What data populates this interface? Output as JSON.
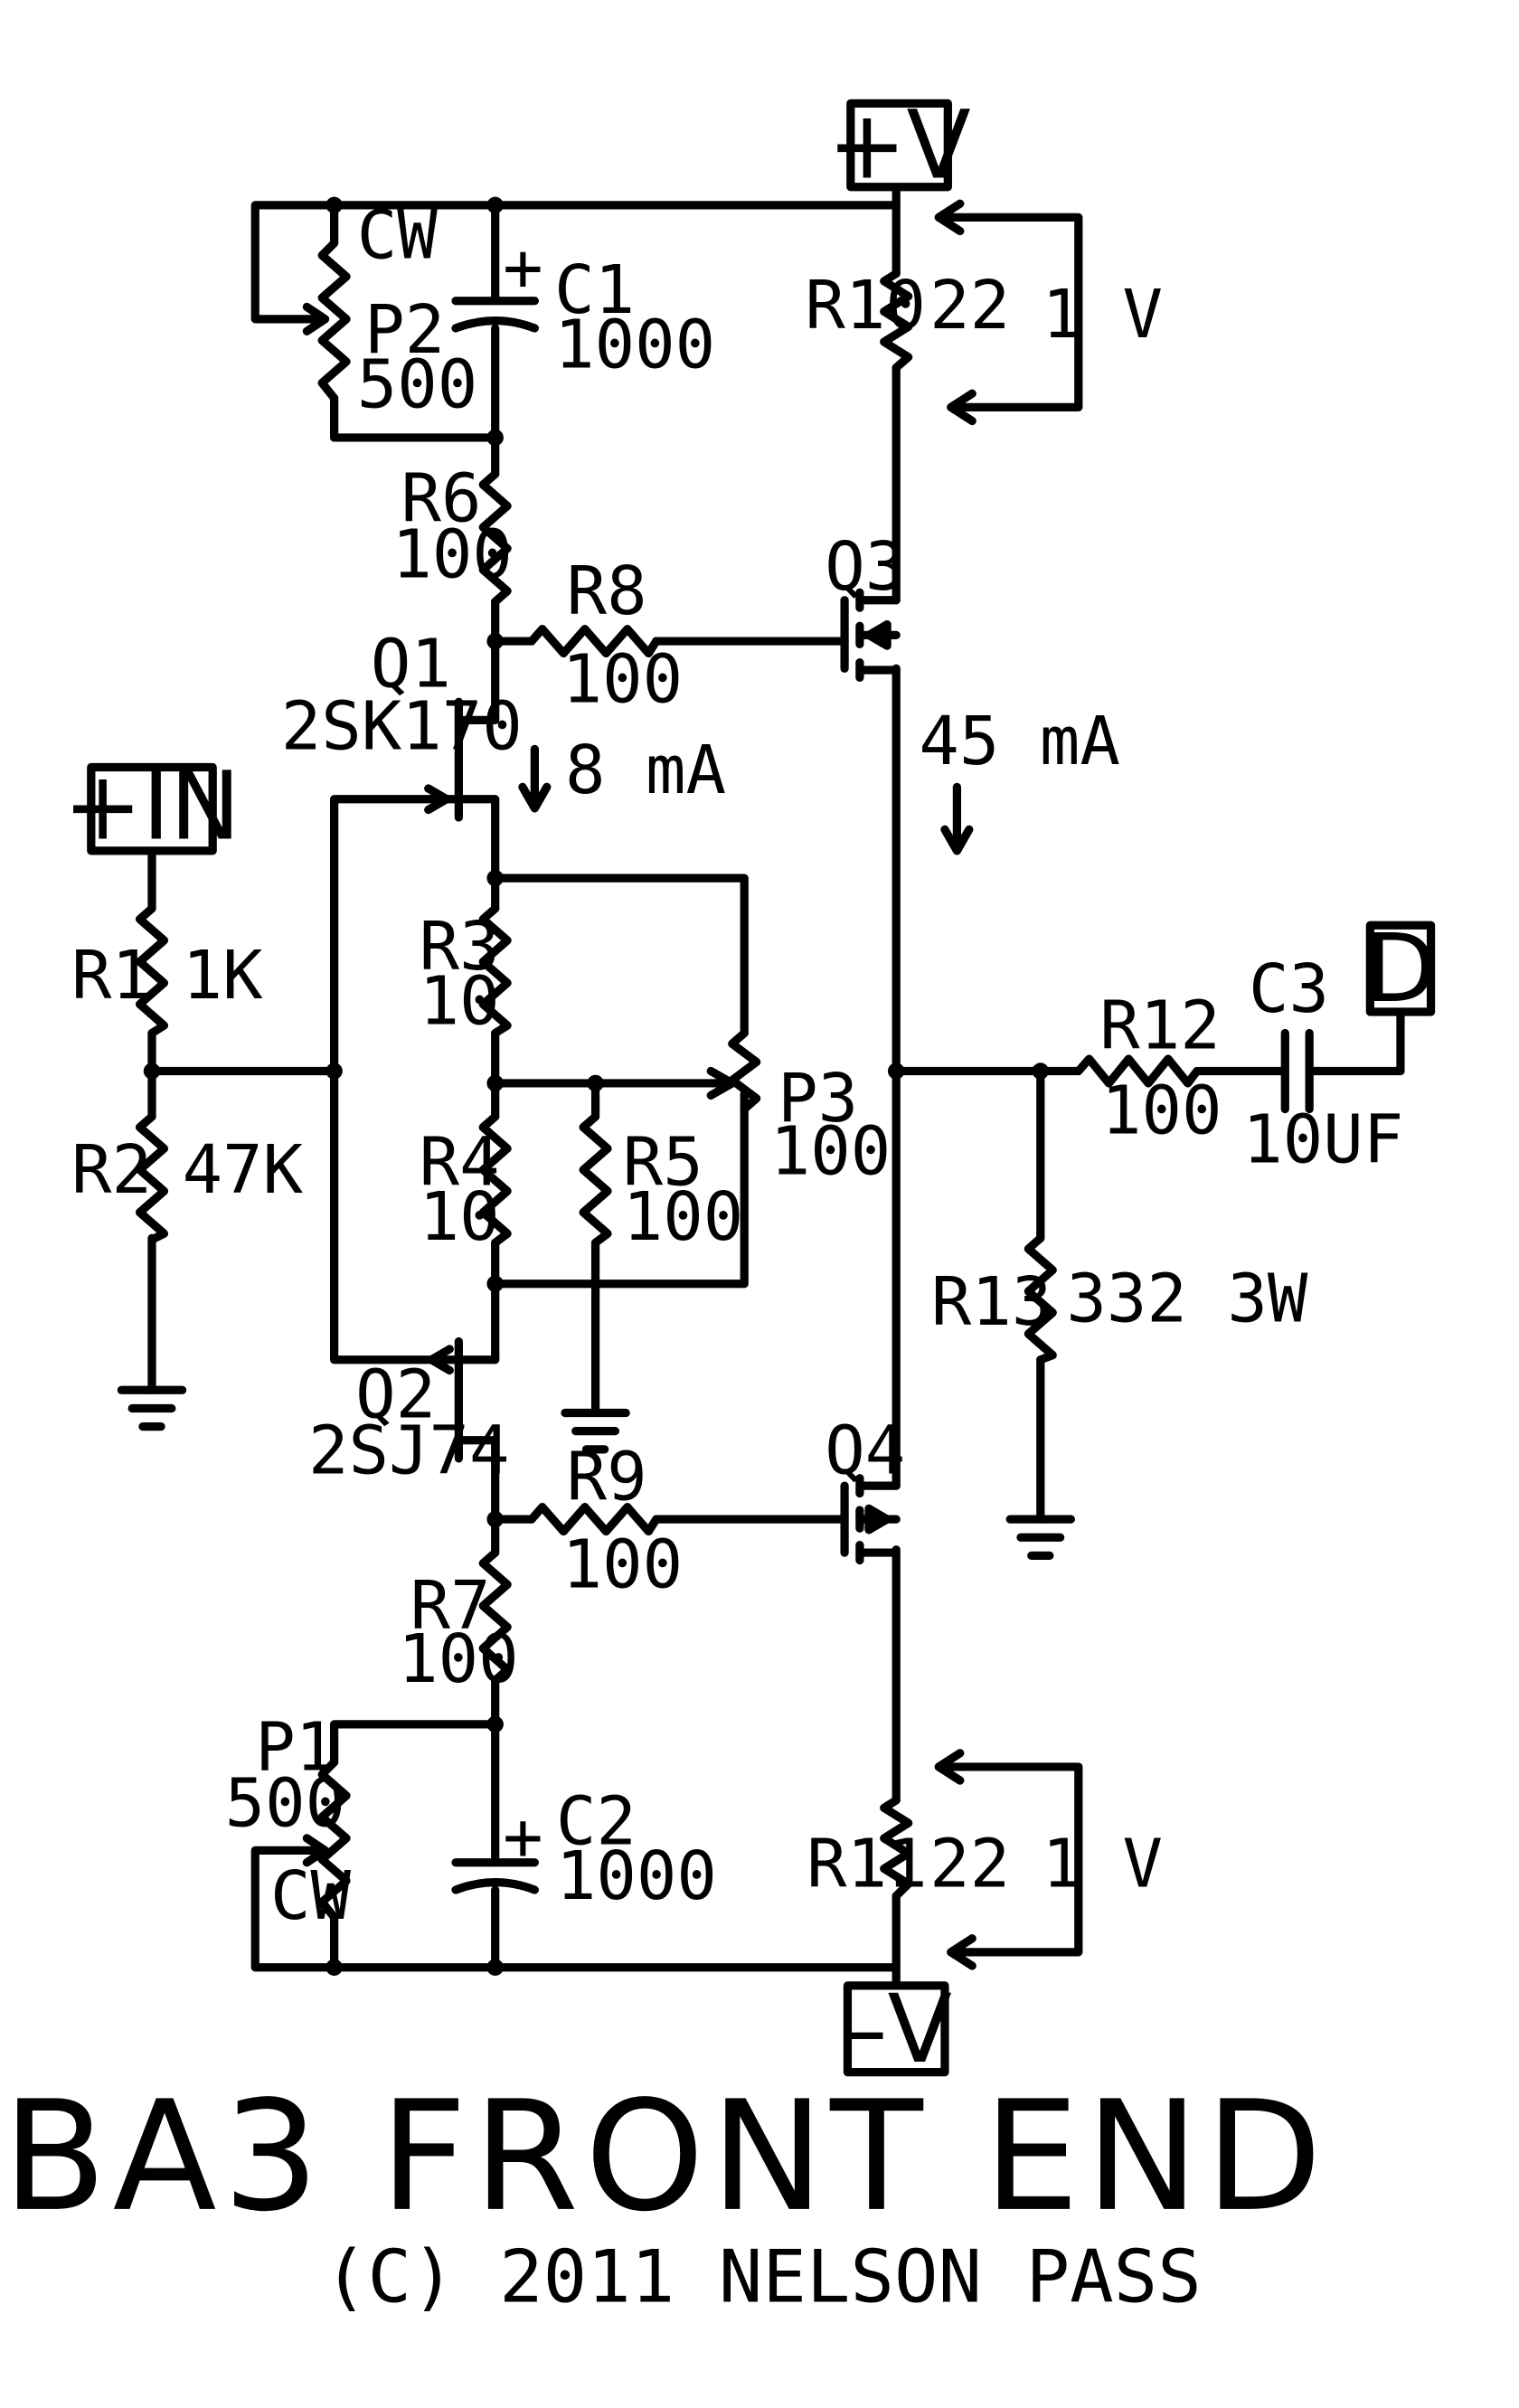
{
  "title": "BA3 FRONT END",
  "copyright": "(C) 2011 NELSON PASS",
  "terminals": {
    "pos_supply": "+V",
    "neg_supply": "–V",
    "input": "+IN",
    "output": "D"
  },
  "components": {
    "r1": {
      "ref": "R1",
      "value": "1K"
    },
    "r2": {
      "ref": "R2",
      "value": "47K"
    },
    "r3": {
      "ref": "R3",
      "value": "10"
    },
    "r4": {
      "ref": "R4",
      "value": "10"
    },
    "r5": {
      "ref": "R5",
      "value": "100"
    },
    "r6": {
      "ref": "R6",
      "value": "100"
    },
    "r7": {
      "ref": "R7",
      "value": "100"
    },
    "r8": {
      "ref": "R8",
      "value": "100"
    },
    "r9": {
      "ref": "R9",
      "value": "100"
    },
    "r10": {
      "ref": "R10",
      "value": "22"
    },
    "r11": {
      "ref": "R11",
      "value": "22"
    },
    "r12": {
      "ref": "R12",
      "value": "100"
    },
    "r13": {
      "ref": "R13",
      "value": "332 3W"
    },
    "p1": {
      "ref": "P1",
      "value": "500",
      "wiper_mark": "CW"
    },
    "p2": {
      "ref": "P2",
      "value": "500",
      "wiper_mark": "CW"
    },
    "p3": {
      "ref": "P3",
      "value": "100"
    },
    "c1": {
      "ref": "C1",
      "value": "1000"
    },
    "c2": {
      "ref": "C2",
      "value": "1000"
    },
    "c3": {
      "ref": "C3",
      "value": "10UF"
    },
    "q1": {
      "ref": "Q1",
      "part": "2SK170"
    },
    "q2": {
      "ref": "Q2",
      "part": "2SJ74"
    },
    "q3": {
      "ref": "Q3"
    },
    "q4": {
      "ref": "Q4"
    }
  },
  "annotations": {
    "front_current": "8 mA",
    "output_current": "45 mA",
    "upper_drop": "1 V",
    "lower_drop": "1 V",
    "polarity_mark": "+"
  }
}
